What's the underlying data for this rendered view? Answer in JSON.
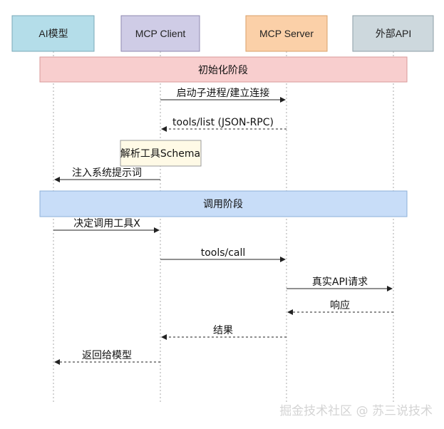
{
  "participants": [
    {
      "label": "AI模型",
      "color": "#b4dde9",
      "stroke": "#7aa9b8"
    },
    {
      "label": "MCP Client",
      "color": "#cfcce6",
      "stroke": "#8f8ab0"
    },
    {
      "label": "MCP Server",
      "color": "#fbd0a8",
      "stroke": "#d9a06a"
    },
    {
      "label": "外部API",
      "color": "#cdd8dd",
      "stroke": "#8c9ea6"
    }
  ],
  "phases": {
    "init": {
      "label": "初始化阶段",
      "color": "#f8cece",
      "stroke": "#d99a9a"
    },
    "call": {
      "label": "调用阶段",
      "color": "#c8ddf8",
      "stroke": "#8db0d8"
    }
  },
  "note": {
    "label": "解析工具Schema",
    "color": "#fffae6",
    "stroke": "#999999"
  },
  "messages": [
    {
      "label": "启动子进程/建立连接",
      "from": 1,
      "to": 2,
      "dashed": false
    },
    {
      "label": "tools/list (JSON-RPC)",
      "from": 2,
      "to": 1,
      "dashed": true
    },
    {
      "label": "注入系统提示词",
      "from": 1,
      "to": 0,
      "dashed": false
    },
    {
      "label": "决定调用工具X",
      "from": 0,
      "to": 1,
      "dashed": false
    },
    {
      "label": "tools/call",
      "from": 1,
      "to": 2,
      "dashed": false
    },
    {
      "label": "真实API请求",
      "from": 2,
      "to": 3,
      "dashed": false
    },
    {
      "label": "响应",
      "from": 3,
      "to": 2,
      "dashed": true
    },
    {
      "label": "结果",
      "from": 2,
      "to": 1,
      "dashed": true
    },
    {
      "label": "返回给模型",
      "from": 1,
      "to": 0,
      "dashed": true
    }
  ],
  "watermark": "掘金技术社区 @ 苏三说技术"
}
